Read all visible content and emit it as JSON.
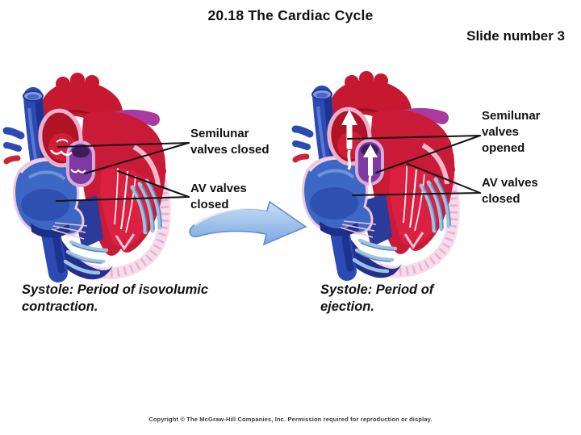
{
  "slide": {
    "title": "20.18 The Cardiac Cycle",
    "slide_number_label": "Slide number 3",
    "copyright": "Copyright © The McGraw-Hill Companies, Inc. Permission required for reproduction or display."
  },
  "panels": [
    {
      "name": "isovolumic-contraction",
      "labels": [
        {
          "text": "Semilunar valves closed"
        },
        {
          "text": "AV valves closed"
        }
      ],
      "caption": "Systole: Period of isovolumic contraction."
    },
    {
      "name": "ejection",
      "labels": [
        {
          "text": "Semilunar valves opened"
        },
        {
          "text": "AV valves closed"
        }
      ],
      "caption": "Systole: Period of ejection."
    }
  ],
  "icons": {
    "transition_arrow": "right-curved-swoosh-arrow",
    "flow_arrows": "white-upward-blood-flow-arrows"
  },
  "colors": {
    "artery_red": "#cc1b31",
    "deep_red": "#9e0c22",
    "pulmonary_purple": "#a23898",
    "vein_blue": "#2b4ab4",
    "chamber_blue": "#3c67c5",
    "ventricle_navy": "#232f8d",
    "pink_rim": "#eeb6cf",
    "pale_pink": "#f6dcea",
    "rib_blue": "#9ec3e0",
    "arrow_blue": "#8fb4e8",
    "text": "#111111"
  }
}
